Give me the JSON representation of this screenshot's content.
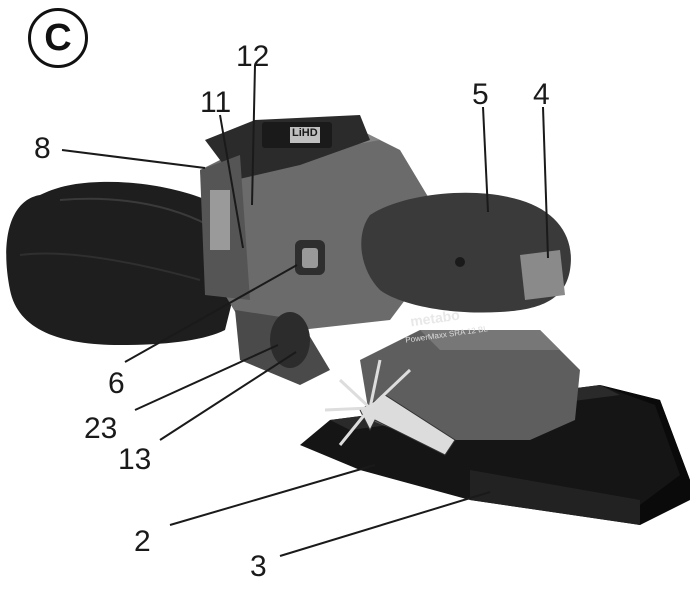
{
  "figure": {
    "badge": "C",
    "brand_text": "metabo",
    "model_text": "PowerMaxx SRA 12 BL",
    "battery_text": "LiHD"
  },
  "callouts": [
    {
      "id": "8",
      "label": "8"
    },
    {
      "id": "11",
      "label": "11"
    },
    {
      "id": "12",
      "label": "12"
    },
    {
      "id": "5",
      "label": "5"
    },
    {
      "id": "4",
      "label": "4"
    },
    {
      "id": "6",
      "label": "6"
    },
    {
      "id": "23",
      "label": "23"
    },
    {
      "id": "13",
      "label": "13"
    },
    {
      "id": "2",
      "label": "2"
    },
    {
      "id": "3",
      "label": "3"
    }
  ],
  "colors": {
    "body": "#6b6b6b",
    "dark": "#2b2b2b",
    "grip": "#3a3a3a",
    "bag": "#1e1e1e",
    "plate": "#151515",
    "leader": "#1a1a1a"
  }
}
